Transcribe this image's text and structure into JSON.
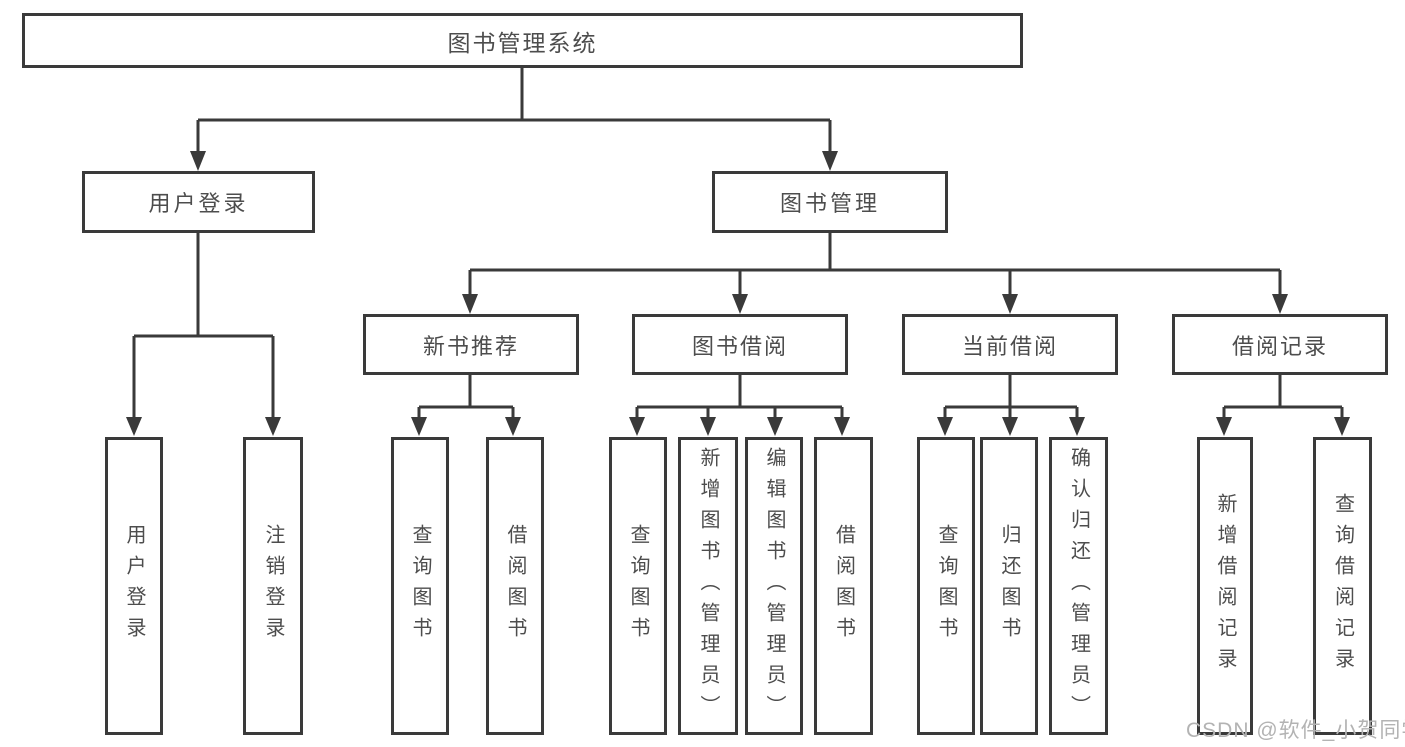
{
  "tree": {
    "label": "图书管理系统",
    "children": [
      {
        "label": "用户登录",
        "children": [
          {
            "label": "用户登录"
          },
          {
            "label": "注销登录"
          }
        ]
      },
      {
        "label": "图书管理",
        "children": [
          {
            "label": "新书推荐",
            "children": [
              {
                "label": "查询图书"
              },
              {
                "label": "借阅图书"
              }
            ]
          },
          {
            "label": "图书借阅",
            "children": [
              {
                "label": "查询图书"
              },
              {
                "label": "新增图书（管理员）"
              },
              {
                "label": "编辑图书（管理员）"
              },
              {
                "label": "借阅图书"
              }
            ]
          },
          {
            "label": "当前借阅",
            "children": [
              {
                "label": "查询图书"
              },
              {
                "label": "归还图书"
              },
              {
                "label": "确认归还（管理员）"
              }
            ]
          },
          {
            "label": "借阅记录",
            "children": [
              {
                "label": "新增借阅记录"
              },
              {
                "label": "查询借阅记录"
              }
            ]
          }
        ]
      }
    ]
  },
  "watermark": "CSDN @软件_小贺同学",
  "colors": {
    "line": "#3a3a3a",
    "text": "#4d4d4d",
    "watermark": "#b3b3b3",
    "background": "#ffffff"
  }
}
